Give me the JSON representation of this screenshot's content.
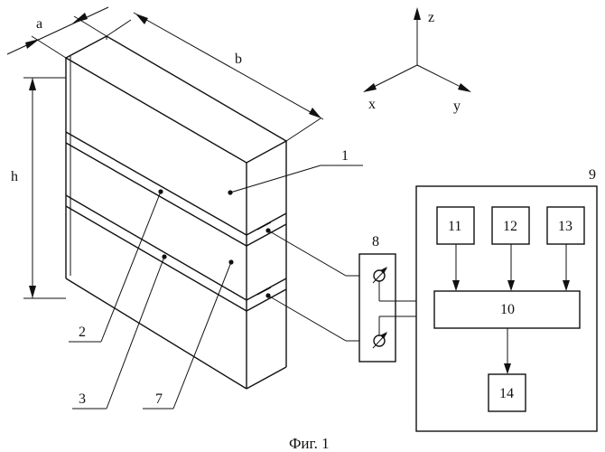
{
  "dimensions": {
    "a": "a",
    "b": "b",
    "h": "h"
  },
  "axes": {
    "x": "x",
    "y": "y",
    "z": "z"
  },
  "parts": {
    "layer_top": "1",
    "layer_mid": "2",
    "layer_bottom": "3",
    "layer_side": "7",
    "switch": "8",
    "unit": "9",
    "controller": "10",
    "block_11": "11",
    "block_12": "12",
    "block_13": "13",
    "block_14": "14"
  },
  "caption": "Фиг. 1"
}
